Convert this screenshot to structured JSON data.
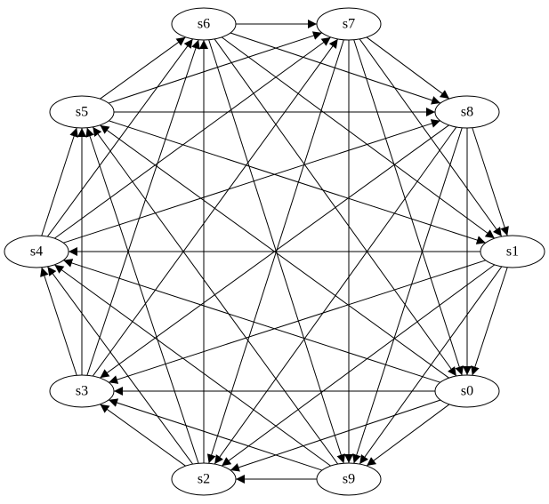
{
  "graph": {
    "nodes": [
      {
        "id": "s0",
        "label": "s0"
      },
      {
        "id": "s1",
        "label": "s1"
      },
      {
        "id": "s2",
        "label": "s2"
      },
      {
        "id": "s3",
        "label": "s3"
      },
      {
        "id": "s4",
        "label": "s4"
      },
      {
        "id": "s5",
        "label": "s5"
      },
      {
        "id": "s6",
        "label": "s6"
      },
      {
        "id": "s7",
        "label": "s7"
      },
      {
        "id": "s8",
        "label": "s8"
      },
      {
        "id": "s9",
        "label": "s9"
      }
    ],
    "edges_bidirectional": [
      [
        "s6",
        "s7"
      ],
      [
        "s7",
        "s8"
      ],
      [
        "s8",
        "s1"
      ],
      [
        "s1",
        "s0"
      ],
      [
        "s0",
        "s9"
      ],
      [
        "s9",
        "s2"
      ],
      [
        "s2",
        "s3"
      ],
      [
        "s3",
        "s4"
      ],
      [
        "s4",
        "s5"
      ],
      [
        "s5",
        "s6"
      ],
      [
        "s6",
        "s8"
      ],
      [
        "s7",
        "s1"
      ],
      [
        "s8",
        "s0"
      ],
      [
        "s1",
        "s9"
      ],
      [
        "s0",
        "s2"
      ],
      [
        "s9",
        "s3"
      ],
      [
        "s2",
        "s4"
      ],
      [
        "s3",
        "s5"
      ],
      [
        "s4",
        "s6"
      ],
      [
        "s5",
        "s7"
      ],
      [
        "s6",
        "s1"
      ],
      [
        "s7",
        "s0"
      ],
      [
        "s8",
        "s9"
      ],
      [
        "s1",
        "s2"
      ],
      [
        "s0",
        "s3"
      ],
      [
        "s9",
        "s4"
      ],
      [
        "s2",
        "s5"
      ],
      [
        "s3",
        "s6"
      ],
      [
        "s4",
        "s7"
      ],
      [
        "s5",
        "s8"
      ],
      [
        "s6",
        "s0"
      ],
      [
        "s7",
        "s9"
      ],
      [
        "s8",
        "s2"
      ],
      [
        "s1",
        "s3"
      ],
      [
        "s0",
        "s4"
      ],
      [
        "s9",
        "s5"
      ],
      [
        "s2",
        "s6"
      ],
      [
        "s3",
        "s7"
      ],
      [
        "s4",
        "s8"
      ],
      [
        "s5",
        "s1"
      ],
      [
        "s6",
        "s9"
      ],
      [
        "s7",
        "s2"
      ],
      [
        "s8",
        "s3"
      ],
      [
        "s1",
        "s4"
      ],
      [
        "s0",
        "s5"
      ]
    ],
    "colors": {
      "stroke": "#000000",
      "node_fill": "#ffffff",
      "background": "#ffffff"
    }
  }
}
